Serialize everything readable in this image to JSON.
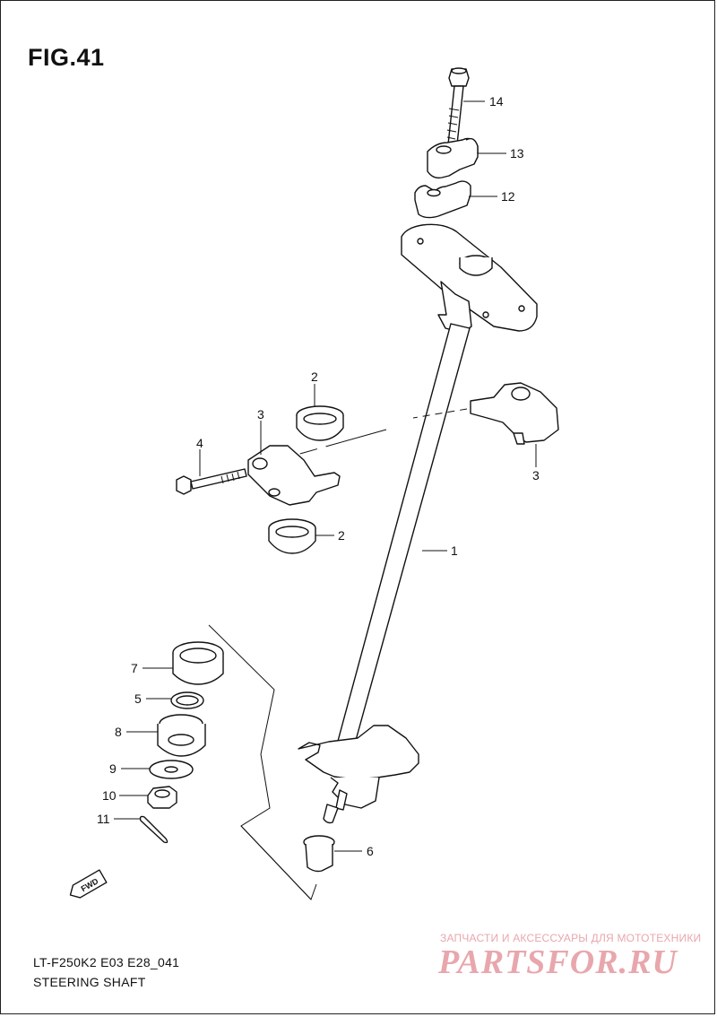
{
  "figure": {
    "title": "FIG.41",
    "footer_code": "LT-F250K2 E03 E28_041",
    "footer_title": "STEERING SHAFT"
  },
  "callouts": [
    "14",
    "13",
    "12",
    "2",
    "3",
    "4",
    "3",
    "2",
    "1",
    "7",
    "5",
    "8",
    "9",
    "10",
    "11",
    "6"
  ],
  "direction_badge": "FWD",
  "watermark": {
    "tagline": "ЗАПЧАСТИ И АКСЕССУАРЫ ДЛЯ МОТОТЕХНИКИ",
    "logo": "PARTSFOR.RU",
    "color": "#e8a7ad"
  }
}
